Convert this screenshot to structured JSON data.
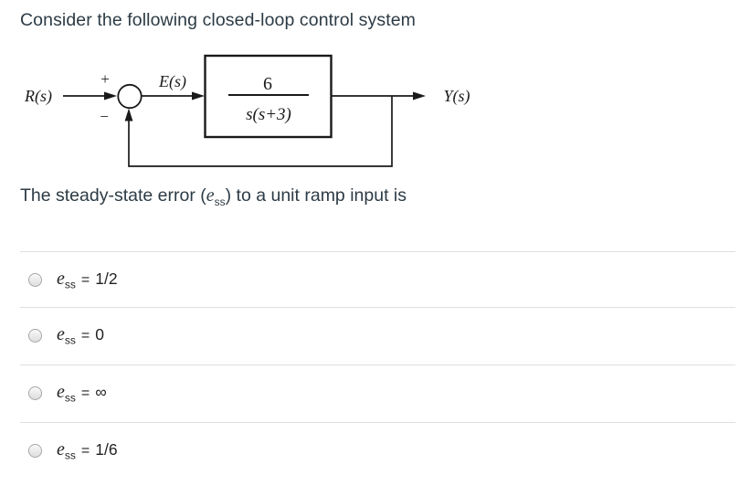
{
  "question": {
    "title": "Consider the following closed-loop control system",
    "prompt": {
      "before": "The steady-state error (",
      "symbol": "e",
      "subscript": "ss",
      "after": ") to a unit ramp input is"
    }
  },
  "diagram": {
    "input_label": "R(s)",
    "error_label": "E(s)",
    "output_label": "Y(s)",
    "plus_sign": "+",
    "minus_sign": "−",
    "block": {
      "numerator": "6",
      "denominator": "s(s+3)"
    }
  },
  "options": [
    {
      "symbol": "e",
      "subscript": "ss",
      "relation": "=",
      "value": "1/2"
    },
    {
      "symbol": "e",
      "subscript": "ss",
      "relation": "=",
      "value": "0"
    },
    {
      "symbol": "e",
      "subscript": "ss",
      "relation": "=",
      "value": "∞"
    },
    {
      "symbol": "e",
      "subscript": "ss",
      "relation": "=",
      "value": "1/6"
    }
  ],
  "colors": {
    "text_color": "#2d3b45",
    "option_text": "#222222",
    "diagram_line": "#1a1a1a",
    "divider": "#dfdfdf",
    "radio_border": "#a5a5a5",
    "radio_fill": "#dedede"
  }
}
